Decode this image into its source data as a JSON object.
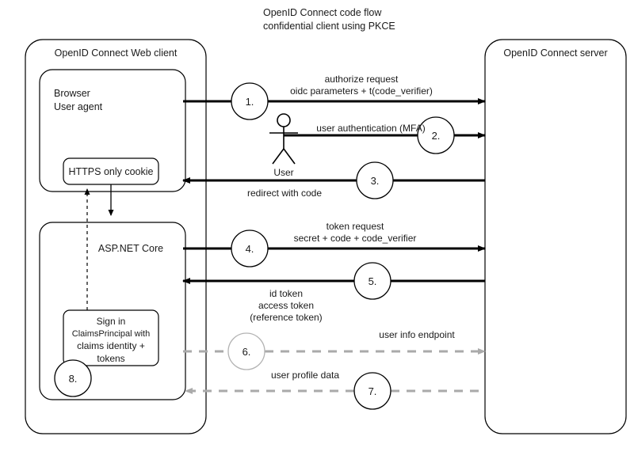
{
  "title": {
    "line1": "OpenID Connect code flow",
    "line2": "confidential client using PKCE"
  },
  "boxes": {
    "client": {
      "label": "OpenID Connect Web client"
    },
    "browser": {
      "line1": "Browser",
      "line2": "User agent"
    },
    "cookie": {
      "label": "HTTPS only cookie"
    },
    "aspnet": {
      "label": "ASP.NET Core"
    },
    "signin": {
      "line1": "Sign in",
      "line2": "ClaimsPrincipal with",
      "line3": "claims identity +",
      "line4": "tokens"
    },
    "server": {
      "label": "OpenID Connect server"
    }
  },
  "actor": {
    "label": "User",
    "icon": "stick-figure-icon"
  },
  "steps": [
    {
      "number": "1.",
      "direction": "right",
      "style": "solid",
      "labels": [
        "authorize request",
        "oidc parameters + t(code_verifier)"
      ]
    },
    {
      "number": "2.",
      "direction": "right",
      "style": "solid",
      "labels": [
        "user authentication (MFA)"
      ]
    },
    {
      "number": "3.",
      "direction": "left",
      "style": "solid",
      "labels": [
        "redirect with code"
      ]
    },
    {
      "number": "4.",
      "direction": "right",
      "style": "solid",
      "labels": [
        "token request",
        "secret + code + code_verifier"
      ]
    },
    {
      "number": "5.",
      "direction": "left",
      "style": "solid",
      "labels": [
        "id token",
        "access token",
        "(reference token)"
      ]
    },
    {
      "number": "6.",
      "direction": "right",
      "style": "dashed",
      "labels": [
        "user info endpoint"
      ]
    },
    {
      "number": "7.",
      "direction": "left",
      "style": "dashed",
      "labels": [
        "user profile data"
      ]
    },
    {
      "number": "8.",
      "direction": "none",
      "style": "none",
      "labels": []
    }
  ],
  "colors": {
    "stroke": "#000000",
    "dashed_stroke": "#aaaaaa",
    "background": "#ffffff",
    "text": "#1a1a1a"
  }
}
